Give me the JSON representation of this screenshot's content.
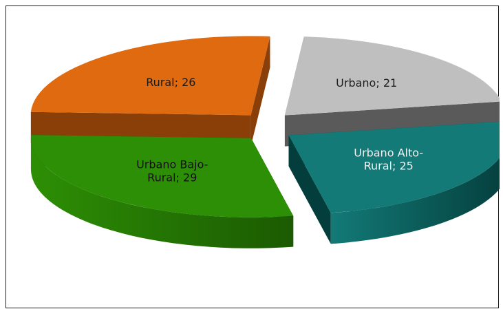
{
  "chart_data": {
    "type": "pie",
    "style": "3d-exploded",
    "slices": [
      {
        "label_lines": [
          "Urbano; 21"
        ],
        "category": "Urbano",
        "value": 21,
        "color": "#bfbfbf",
        "side_color": "#5a5a5a",
        "text_color": "#1f1f1f"
      },
      {
        "label_lines": [
          "Urbano Alto-",
          "Rural; 25"
        ],
        "category": "Urbano Alto-Rural",
        "value": 25,
        "color": "#137a77",
        "side_color": "#043e3c",
        "text_color": "#f2f2f2"
      },
      {
        "label_lines": [
          "Urbano Bajo-",
          "Rural; 29"
        ],
        "category": "Urbano Bajo-Rural",
        "value": 29,
        "color": "#2d8f05",
        "side_color": "#1b5a02",
        "text_color": "#111111"
      },
      {
        "label_lines": [
          "Rural; 26"
        ],
        "category": "Rural",
        "value": 26,
        "color": "#e06a10",
        "side_color": "#8a3e08",
        "text_color": "#1a1a1a"
      }
    ]
  }
}
